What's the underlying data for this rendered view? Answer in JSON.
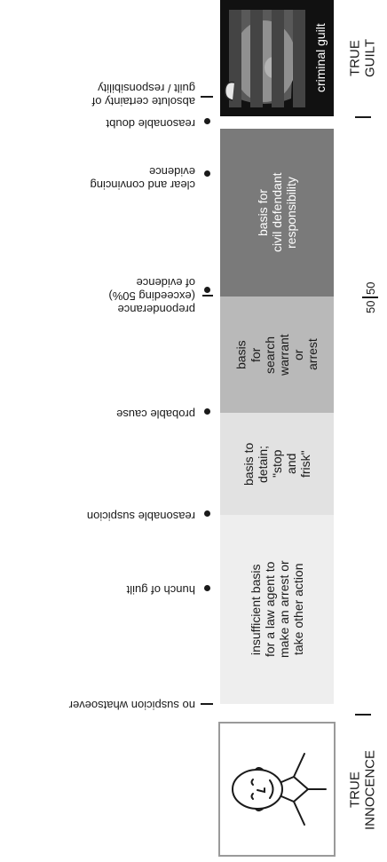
{
  "colors": {
    "innocence_box_border": "#9a9a9a",
    "insufficient_fill": "#eeeeee",
    "detain_fill": "#e2e2e2",
    "search_fill": "#b9b9b9",
    "civil_fill": "#7a7a7a",
    "criminal_fill": "#111111"
  },
  "ends": {
    "innocence": "TRUE\nINNOCENCE",
    "guilt": "TRUE\nGUILT"
  },
  "illustrations": {
    "innocence": "smiling-face-icon",
    "guilt": "face-behind-bars-icon"
  },
  "zones": {
    "insufficient": "insufficient basis\nfor a law agent to\nmake an arrest or\ntake other action",
    "detain": "basis to\ndetain;\n\"stop\nand\nfrisk\"",
    "search": "basis\nfor\nsearch\nwarrant\nor\narrest",
    "civil": "basis for\ncivil defendant\nresponsibility",
    "criminal": "criminal guilt"
  },
  "midpoint": {
    "left": "50",
    "right": "50"
  },
  "levels": [
    "no suspicion whatsoever",
    "hunch of guilt",
    "reasonable suspicion",
    "probable cause",
    "preponderance\n(exceeding 50%)\nof evidence",
    "clear and convincing\nevidence",
    "reasonable doubt",
    "absolute certainty of\nguilt / responsibility"
  ]
}
